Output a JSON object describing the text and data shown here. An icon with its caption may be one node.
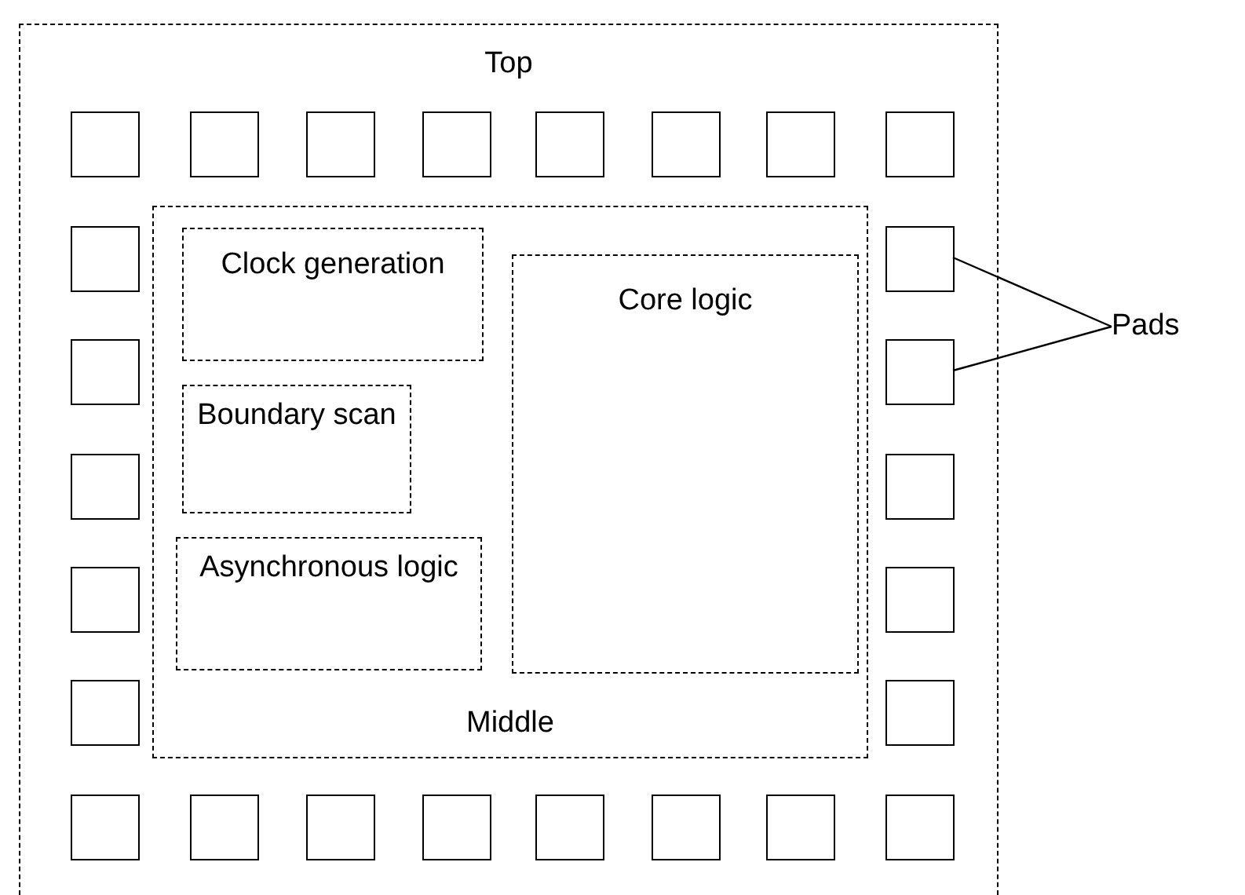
{
  "diagram": {
    "nodes": [
      {
        "text": [
          "Top"
        ]
      },
      {
        "text": [
          "Middle"
        ],
        "in": 0
      },
      {
        "text": [
          "Clock generation"
        ],
        "in": 1
      },
      {
        "text": [
          "Core logic"
        ],
        "in": 1
      },
      {
        "text": [
          "Boundary scan"
        ],
        "in": 1
      },
      {
        "text": [
          "Asynchronous logic"
        ],
        "in": 1
      },
      {
        "text": [
          "Pads"
        ]
      },
      {
        "text": [],
        "shape": "box",
        "in": 0
      },
      {
        "text": [],
        "shape": "box",
        "in": 0
      },
      {
        "text": [],
        "shape": "box",
        "in": 0
      },
      {
        "text": [],
        "shape": "box",
        "in": 0
      },
      {
        "text": [],
        "shape": "box",
        "in": 0
      },
      {
        "text": [],
        "shape": "box",
        "in": 0
      },
      {
        "text": [],
        "shape": "box",
        "in": 0
      },
      {
        "text": [],
        "shape": "box",
        "in": 0
      },
      {
        "text": [],
        "shape": "box",
        "in": 0
      },
      {
        "text": [],
        "shape": "box",
        "in": 0
      },
      {
        "text": [],
        "shape": "box",
        "in": 0
      },
      {
        "text": [],
        "shape": "box",
        "in": 0
      },
      {
        "text": [],
        "shape": "box",
        "in": 0
      },
      {
        "text": [],
        "shape": "box",
        "in": 0
      },
      {
        "text": [],
        "shape": "box",
        "in": 0
      },
      {
        "text": [],
        "shape": "box",
        "in": 0
      },
      {
        "text": [],
        "shape": "box",
        "in": 0
      },
      {
        "text": [],
        "shape": "box",
        "in": 0
      },
      {
        "text": [],
        "shape": "box",
        "in": 0
      },
      {
        "text": [],
        "shape": "box",
        "in": 0
      },
      {
        "text": [],
        "shape": "box",
        "in": 0
      },
      {
        "text": [],
        "shape": "box",
        "in": 0
      },
      {
        "text": [],
        "shape": "box",
        "in": 0
      },
      {
        "text": [],
        "shape": "box",
        "in": 0
      },
      {
        "text": [],
        "shape": "box",
        "in": 0
      },
      {
        "text": [],
        "shape": "box",
        "in": 0
      }
    ],
    "edges": [
      {
        "from": 6,
        "to": 16,
        "arrow": "none"
      },
      {
        "from": 6,
        "to": 18,
        "arrow": "none"
      }
    ]
  }
}
